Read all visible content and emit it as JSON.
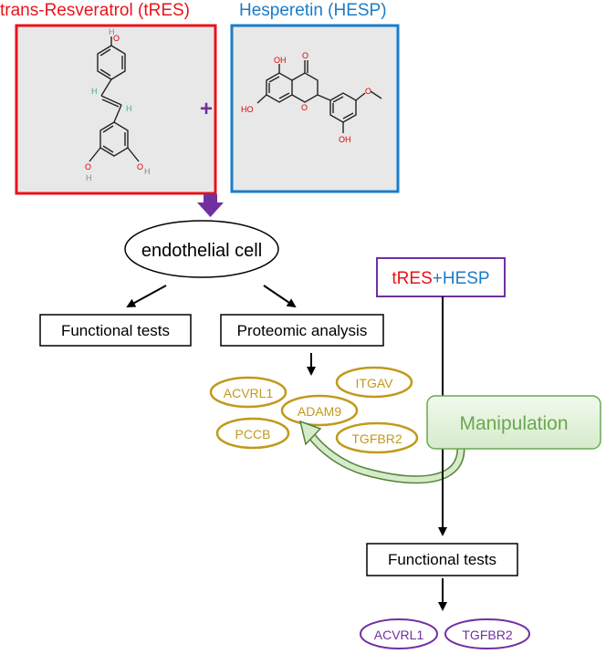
{
  "compounds": {
    "left": {
      "title": "trans-Resveratrol (tRES)",
      "color": "#e8131b",
      "atoms": {
        "top_oh": "H",
        "top_o": "O",
        "h1": "H",
        "h2": "H",
        "bl_o": "O",
        "bl_h": "H",
        "br_o": "O",
        "br_h": "H"
      }
    },
    "right": {
      "title": "Hesperetin (HESP)",
      "color": "#1a7cc8",
      "atoms": {
        "c4_o": "O",
        "oh5": "OH",
        "ho7": "HO",
        "ring_o": "O",
        "oh3": "OH",
        "ome": "O"
      }
    },
    "plus": "+",
    "plus_color": "#7030a0"
  },
  "flow": {
    "cell": "endothelial cell",
    "functional_tests_1": "Functional tests",
    "proteomic": "Proteomic analysis",
    "combo": {
      "tres": "tRES",
      "plus": "+",
      "hesp": "HESP"
    },
    "manipulation": "Manipulation",
    "functional_tests_2": "Functional tests"
  },
  "proteins": [
    "ACVRL1",
    "ITGAV",
    "ADAM9",
    "PCCB",
    "TGFBR2"
  ],
  "results": [
    "ACVRL1",
    "TGFBR2"
  ],
  "colors": {
    "gold": "#c09a1a",
    "purple": "#7030a0",
    "green": "#6aa84f",
    "green_fill": "#e2f0d9",
    "green_edge": "#548235",
    "gray_bg": "#e8e8e8"
  }
}
